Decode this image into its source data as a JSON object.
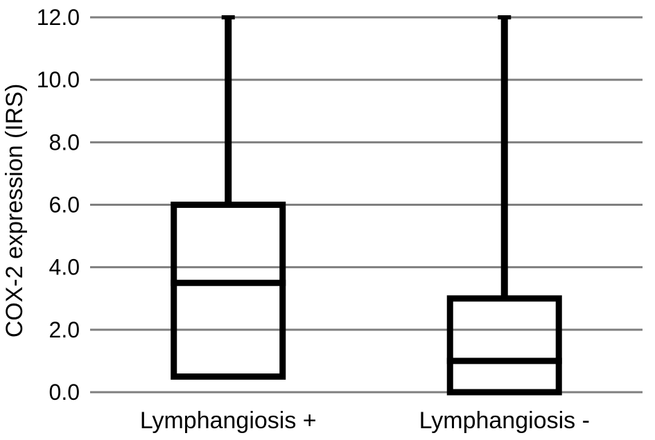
{
  "chart_data": {
    "type": "boxplot",
    "title": "",
    "xlabel": "",
    "ylabel": "COX-2 expression (IRS)",
    "ylim": [
      0,
      12
    ],
    "grid": "horizontal-only",
    "legend": "none",
    "y_ticks": [
      {
        "value": 0,
        "label": "0.0"
      },
      {
        "value": 2,
        "label": "2.0"
      },
      {
        "value": 4,
        "label": "4.0"
      },
      {
        "value": 6,
        "label": "6.0"
      },
      {
        "value": 8,
        "label": "8.0"
      },
      {
        "value": 10,
        "label": "10.0"
      },
      {
        "value": 12,
        "label": "12.0"
      }
    ],
    "categories": [
      "Lymphangiosis +",
      "Lymphangiosis -"
    ],
    "boxes": [
      {
        "category": "Lymphangiosis +",
        "whisker_low": null,
        "q1": 0.5,
        "median": 3.5,
        "q3": 6.0,
        "whisker_high": 12.0
      },
      {
        "category": "Lymphangiosis -",
        "whisker_low": null,
        "q1": 0.0,
        "median": 1.0,
        "q3": 3.0,
        "whisker_high": 12.0
      }
    ],
    "colors": {
      "background": "#ffffff",
      "text": "#000000",
      "box_stroke": "#000000",
      "gridline": "#7f7f7f"
    }
  }
}
